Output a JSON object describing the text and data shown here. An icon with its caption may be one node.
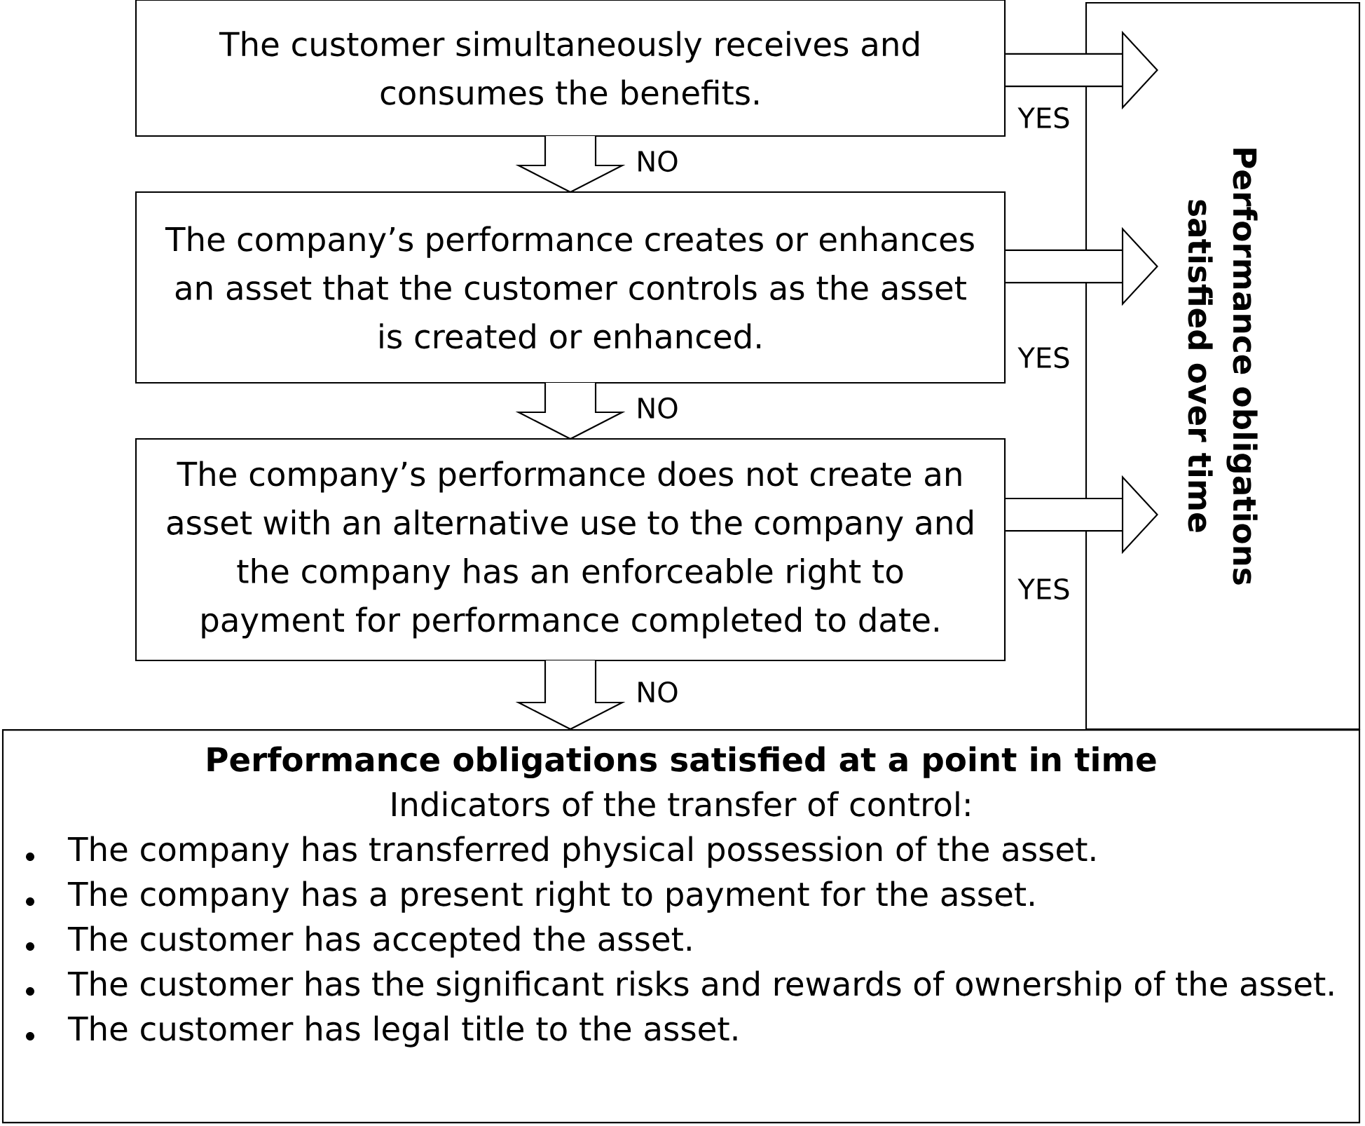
{
  "diagram": {
    "nodes": [
      {
        "text": [
          "The customer simultaneously receives and consumes the benefits."
        ]
      },
      {
        "text": [
          "The company’s performance creates or enhances an asset that the customer controls as the asset is created or enhanced."
        ]
      },
      {
        "text": [
          "The company’s performance does not create an asset with an alternative use to the company and the company has an enforceable right to payment for performance completed to date."
        ]
      },
      {
        "text": [
          "Performance obligations satisfied over time"
        ]
      },
      {
        "text": [
          "Performance obligations satisfied at a point in time",
          "Indicators of the transfer of control:",
          "The company has transferred physical possession of the asset.",
          "The company has a present right to payment for the asset.",
          "The customer has accepted the asset.",
          "The customer has the significant risks and rewards of ownership of the asset.",
          "The customer has legal title to the asset."
        ]
      }
    ],
    "edges": [
      {
        "from": 0,
        "to": 3,
        "arrow": "to",
        "label": "YES"
      },
      {
        "from": 0,
        "to": 1,
        "arrow": "to",
        "label": "NO"
      },
      {
        "from": 1,
        "to": 3,
        "arrow": "to",
        "label": "YES"
      },
      {
        "from": 1,
        "to": 2,
        "arrow": "to",
        "label": "NO"
      },
      {
        "from": 2,
        "to": 3,
        "arrow": "to",
        "label": "YES"
      },
      {
        "from": 2,
        "to": 4,
        "arrow": "to",
        "label": "NO"
      }
    ]
  }
}
